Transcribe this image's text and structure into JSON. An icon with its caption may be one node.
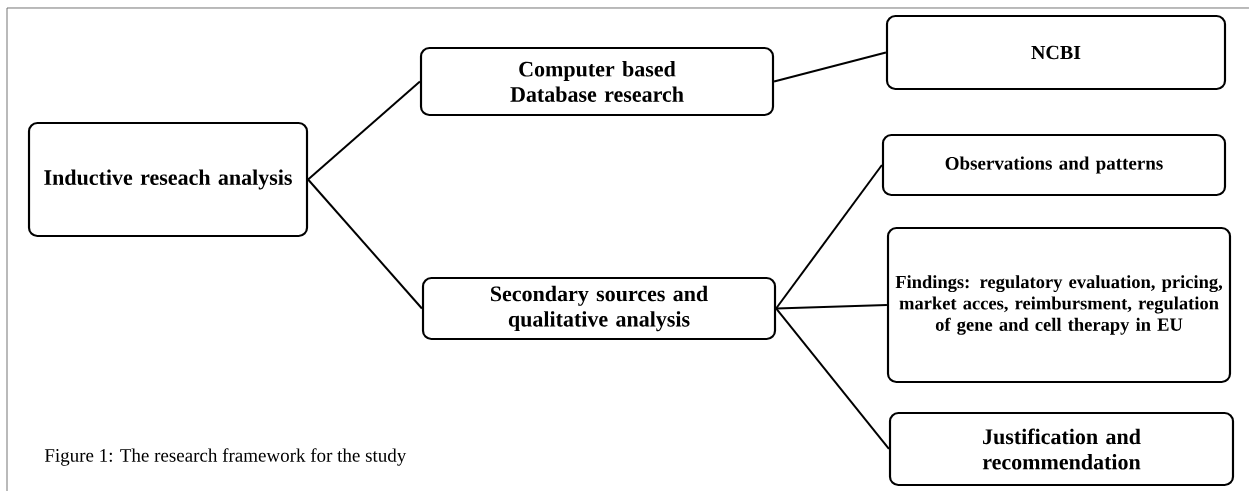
{
  "diagram": {
    "caption": "Figure 1: The research framework for the study",
    "nodes": [
      {
        "text": [
          "Inductive reseach analysis"
        ]
      },
      {
        "text": [
          "Computer based Database research"
        ]
      },
      {
        "text": [
          "NCBI"
        ]
      },
      {
        "text": [
          "Secondary sources and qualitative analysis"
        ]
      },
      {
        "text": [
          "Observations and patterns"
        ]
      },
      {
        "text": [
          "Findings: regulatory evaluation, pricing, market acces, reimbursment, regulation of gene and cell therapy in EU"
        ]
      },
      {
        "text": [
          "Justification and recommendation"
        ]
      }
    ],
    "edges": [
      {
        "from": 0,
        "to": 1,
        "arrow": "none"
      },
      {
        "from": 0,
        "to": 3,
        "arrow": "none"
      },
      {
        "from": 1,
        "to": 2,
        "arrow": "none"
      },
      {
        "from": 3,
        "to": 4,
        "arrow": "none"
      },
      {
        "from": 3,
        "to": 5,
        "arrow": "none"
      },
      {
        "from": 3,
        "to": 6,
        "arrow": "none"
      }
    ]
  }
}
